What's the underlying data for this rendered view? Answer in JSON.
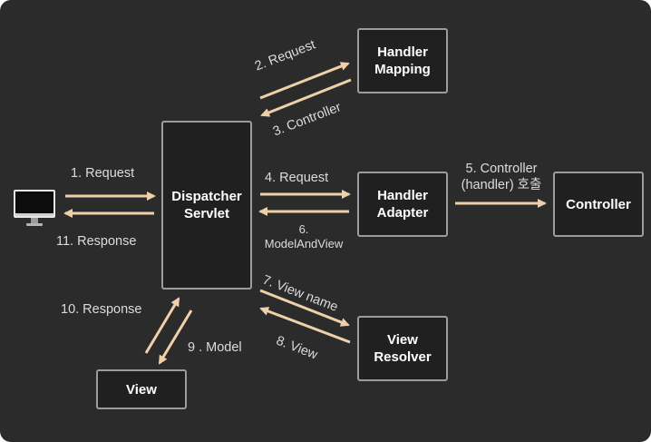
{
  "colors": {
    "background": "#2b2b2b",
    "box_fill": "#202020",
    "box_border": "#9c9c9c",
    "arrow": "#f0d0a8",
    "text": "#dcdcdc"
  },
  "nodes": {
    "client": {
      "icon": "monitor-icon"
    },
    "dispatcher_servlet": {
      "label": "Dispatcher\nServlet"
    },
    "handler_mapping": {
      "label": "Handler\nMapping"
    },
    "handler_adapter": {
      "label": "Handler\nAdapter"
    },
    "controller": {
      "label": "Controller"
    },
    "view_resolver": {
      "label": "View\nResolver"
    },
    "view": {
      "label": "View"
    }
  },
  "edges": {
    "e1": {
      "label": "1. Request"
    },
    "e2": {
      "label": "2. Request"
    },
    "e3": {
      "label": "3. Controller"
    },
    "e4": {
      "label": "4. Request"
    },
    "e5": {
      "label": "5. Controller\n(handler) 호출"
    },
    "e6": {
      "label": "6.\nModelAndView"
    },
    "e7": {
      "label": "7. View name"
    },
    "e8": {
      "label": "8. View"
    },
    "e9": {
      "label": "9 . Model"
    },
    "e10": {
      "label": "10. Response"
    },
    "e11": {
      "label": "11. Response"
    }
  }
}
